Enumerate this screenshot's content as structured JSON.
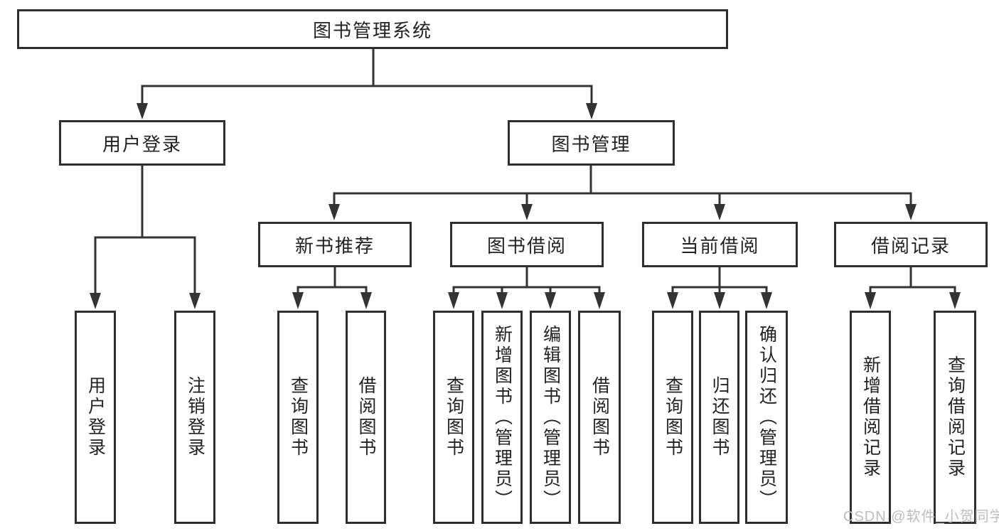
{
  "nodes": {
    "root": "图书管理系统",
    "user_login": "用户登录",
    "book_mgmt": "图书管理",
    "new_book_rec": "新书推荐",
    "book_borrow": "图书借阅",
    "current_borrow": "当前借阅",
    "borrow_records": "借阅记录",
    "leaf_user_login": "用户登录",
    "leaf_logout": "注销登录",
    "rec_query_books": "查询图书",
    "rec_borrow_books": "借阅图书",
    "bb_query_books": "查询图书",
    "bb_add_books": "新增图书（管理员）",
    "bb_edit_books": "编辑图书（管理员）",
    "bb_borrow_books": "借阅图书",
    "cb_query_books": "查询图书",
    "cb_return_books": "归还图书",
    "cb_confirm_return": "确认归还（管理员）",
    "br_add_record": "新增借阅记录",
    "br_query_record": "查询借阅记录"
  },
  "watermark": "CSDN @软件_小贺同学",
  "colors": {
    "line": "#333333",
    "box_border": "#2e2e2e",
    "box_fill": "#ffffff",
    "text": "#222222",
    "watermark": "#bdbdbd"
  }
}
